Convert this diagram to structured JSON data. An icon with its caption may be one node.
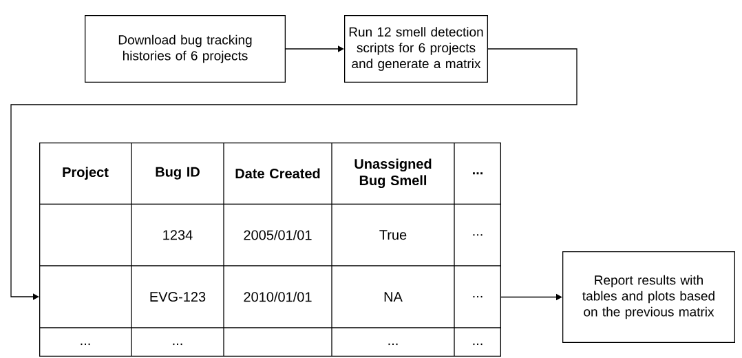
{
  "diagram": {
    "nodes": [
      {
        "text": [
          "Download bug tracking histories of 6 projects"
        ]
      },
      {
        "text": [
          "Run 12 smell detection scripts for 6 projects and generate a matrix"
        ]
      },
      {
        "text": [],
        "shape": "box"
      },
      {
        "text": [
          "Report results with tables and plots based on the previous matrix"
        ]
      }
    ],
    "edges": [
      {
        "from": 0,
        "to": 1,
        "arrow": "to"
      },
      {
        "from": 1,
        "to": 2,
        "arrow": "to"
      },
      {
        "from": 2,
        "to": 3,
        "arrow": "to"
      }
    ],
    "labels": [
      "Project",
      "Bug ID",
      "Date Created",
      "Unassigned Bug Smell",
      "...",
      "1234",
      "2005/01/01",
      "True",
      "...",
      "EVG-123",
      "2010/01/01",
      "NA",
      "...",
      "...",
      "...",
      "...",
      "..."
    ]
  }
}
